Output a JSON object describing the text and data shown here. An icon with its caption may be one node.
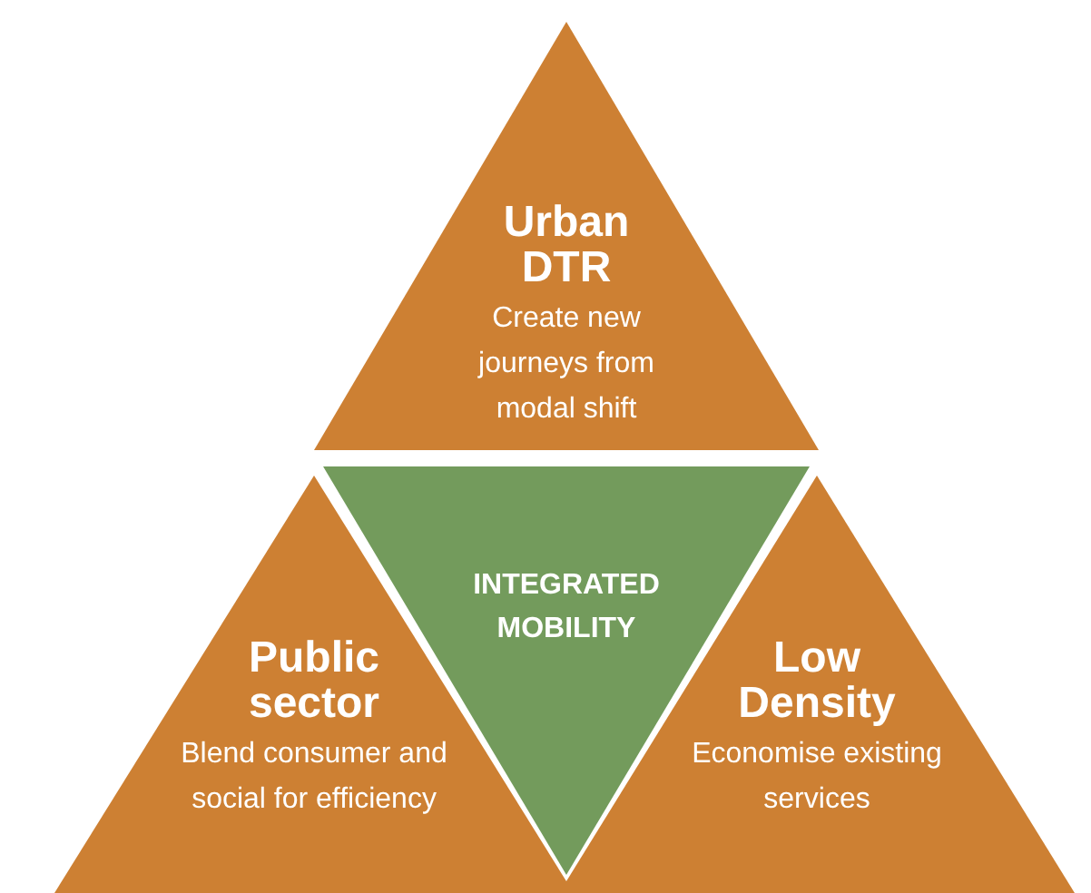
{
  "diagram": {
    "nodes": [
      {
        "text": [
          "Urban DTR",
          "Create new journeys from modal shift"
        ]
      },
      {
        "text": [
          "Public sector",
          "Blend consumer and social for efficiency"
        ]
      },
      {
        "text": [
          "INTEGRATED MOBILITY"
        ]
      },
      {
        "text": [
          "Low Density",
          "Economise existing services"
        ]
      }
    ]
  }
}
